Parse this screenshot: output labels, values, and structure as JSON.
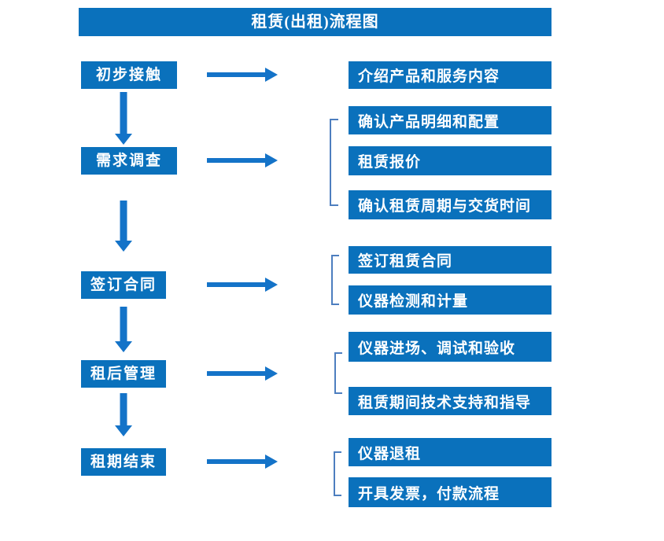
{
  "title": "租赁(出租)流程图",
  "colors": {
    "box_blue": "#0a71bc",
    "arrow_blue": "#1473c8",
    "bracket_blue": "#4d7ebf",
    "text_white": "#ffffff"
  },
  "flow": {
    "groups": [
      {
        "step": "初步接触",
        "details": [
          "介绍产品和服务内容"
        ]
      },
      {
        "step": "需求调查",
        "details": [
          "确认产品明细和配置",
          "租赁报价",
          "确认租赁周期与交货时间"
        ]
      },
      {
        "step": "签订合同",
        "details": [
          "签订租赁合同",
          "仪器检测和计量"
        ]
      },
      {
        "step": "租后管理",
        "details": [
          "仪器进场、调试和验收",
          "租赁期间技术支持和指导"
        ]
      },
      {
        "step": "租期结束",
        "details": [
          "仪器退租",
          "开具发票，付款流程"
        ]
      }
    ]
  }
}
